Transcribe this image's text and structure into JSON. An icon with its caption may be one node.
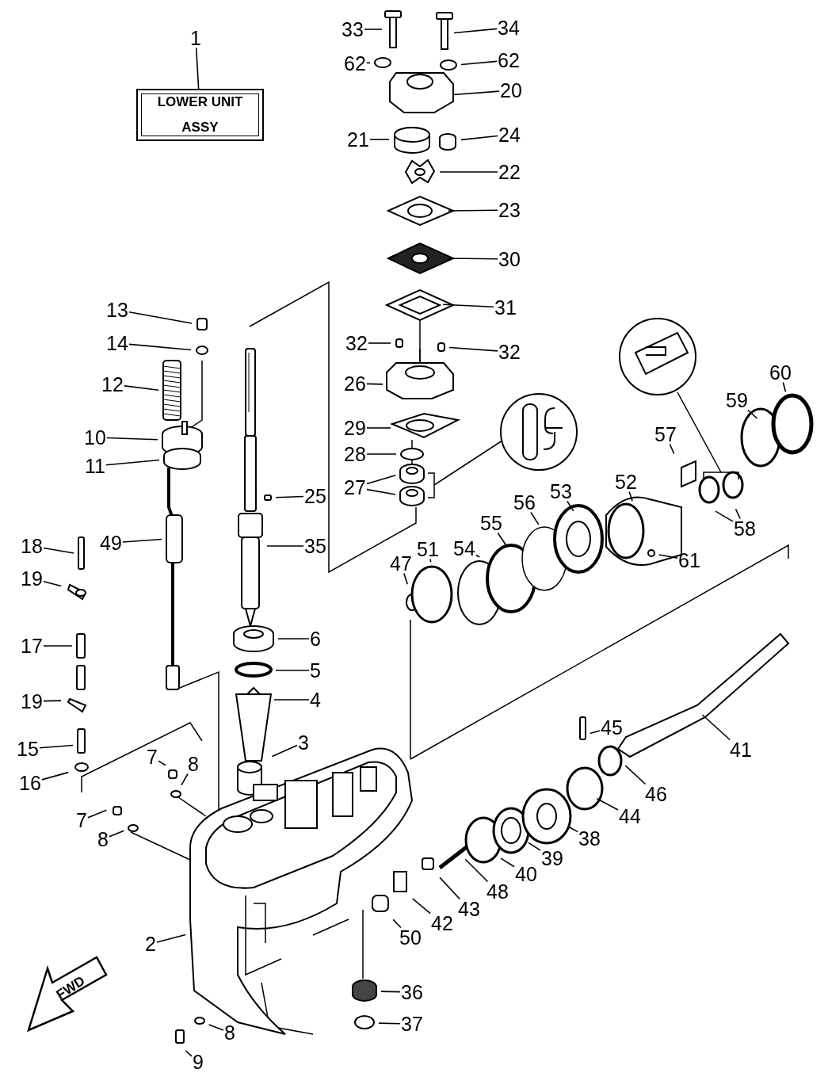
{
  "diagram": {
    "nodes": [
      {
        "text": [
          "1"
        ]
      },
      {
        "text": [
          "LOWER UNIT ASSY"
        ]
      },
      {
        "text": [
          "33"
        ]
      },
      {
        "text": [
          "34"
        ]
      },
      {
        "text": [
          "62"
        ]
      },
      {
        "text": [
          "62"
        ]
      },
      {
        "text": [
          "20"
        ]
      },
      {
        "text": [
          "21"
        ]
      },
      {
        "text": [
          "24"
        ]
      },
      {
        "text": [
          "22"
        ]
      },
      {
        "text": [
          "23"
        ]
      },
      {
        "text": [
          "30"
        ]
      },
      {
        "text": [
          "31"
        ]
      },
      {
        "text": [
          "13"
        ]
      },
      {
        "text": [
          "32"
        ]
      },
      {
        "text": [
          "14"
        ]
      },
      {
        "text": [
          "32"
        ]
      },
      {
        "text": [
          "12"
        ]
      },
      {
        "text": [
          "26"
        ]
      },
      {
        "text": [
          "60"
        ]
      },
      {
        "text": [
          "59"
        ]
      },
      {
        "text": [
          "29"
        ]
      },
      {
        "text": [
          "10"
        ]
      },
      {
        "text": [
          "57"
        ]
      },
      {
        "text": [
          "28"
        ]
      },
      {
        "text": [
          "11"
        ]
      },
      {
        "text": [
          "52"
        ]
      },
      {
        "text": [
          "27"
        ]
      },
      {
        "text": [
          "53"
        ]
      },
      {
        "text": [
          "25"
        ]
      },
      {
        "text": [
          "56"
        ]
      },
      {
        "text": [
          "58"
        ]
      },
      {
        "text": [
          "55"
        ]
      },
      {
        "text": [
          "49"
        ]
      },
      {
        "text": [
          "18"
        ]
      },
      {
        "text": [
          "35"
        ]
      },
      {
        "text": [
          "54"
        ]
      },
      {
        "text": [
          "51"
        ]
      },
      {
        "text": [
          "61"
        ]
      },
      {
        "text": [
          "47"
        ]
      },
      {
        "text": [
          "19"
        ]
      },
      {
        "text": [
          "6"
        ]
      },
      {
        "text": [
          "17"
        ]
      },
      {
        "text": [
          "5"
        ]
      },
      {
        "text": [
          "4"
        ]
      },
      {
        "text": [
          "19"
        ]
      },
      {
        "text": [
          "45"
        ]
      },
      {
        "text": [
          "3"
        ]
      },
      {
        "text": [
          "15"
        ]
      },
      {
        "text": [
          "41"
        ]
      },
      {
        "text": [
          "7"
        ]
      },
      {
        "text": [
          "8"
        ]
      },
      {
        "text": [
          "16"
        ]
      },
      {
        "text": [
          "46"
        ]
      },
      {
        "text": [
          "44"
        ]
      },
      {
        "text": [
          "7"
        ]
      },
      {
        "text": [
          "38"
        ]
      },
      {
        "text": [
          "8"
        ]
      },
      {
        "text": [
          "39"
        ]
      },
      {
        "text": [
          "40"
        ]
      },
      {
        "text": [
          "48"
        ]
      },
      {
        "text": [
          "43"
        ]
      },
      {
        "text": [
          "42"
        ]
      },
      {
        "text": [
          "50"
        ]
      },
      {
        "text": [
          "2"
        ]
      },
      {
        "text": [
          "36"
        ]
      },
      {
        "text": [
          "37"
        ]
      },
      {
        "text": [
          "8"
        ]
      },
      {
        "text": [
          "9"
        ]
      }
    ],
    "edges": [
      {
        "from": 0,
        "to": 1,
        "arrow": "none"
      },
      {
        "from": 2,
        "to": null,
        "arrow": "none"
      },
      {
        "from": 3,
        "to": null,
        "arrow": "none"
      },
      {
        "from": 4,
        "to": null,
        "arrow": "none"
      },
      {
        "from": 5,
        "to": null,
        "arrow": "none"
      },
      {
        "from": 6,
        "to": null,
        "arrow": "none"
      },
      {
        "from": 7,
        "to": null,
        "arrow": "none"
      },
      {
        "from": 8,
        "to": null,
        "arrow": "none"
      },
      {
        "from": 9,
        "to": null,
        "arrow": "none"
      },
      {
        "from": 10,
        "to": null,
        "arrow": "none"
      },
      {
        "from": 11,
        "to": null,
        "arrow": "none"
      },
      {
        "from": 12,
        "to": null,
        "arrow": "none"
      },
      {
        "from": 13,
        "to": null,
        "arrow": "none"
      },
      {
        "from": 14,
        "to": null,
        "arrow": "none"
      },
      {
        "from": 15,
        "to": null,
        "arrow": "none"
      },
      {
        "from": 16,
        "to": null,
        "arrow": "none"
      },
      {
        "from": 17,
        "to": null,
        "arrow": "none"
      },
      {
        "from": 18,
        "to": null,
        "arrow": "none"
      },
      {
        "from": 19,
        "to": null,
        "arrow": "none"
      },
      {
        "from": 20,
        "to": null,
        "arrow": "none"
      },
      {
        "from": 21,
        "to": null,
        "arrow": "none"
      },
      {
        "from": 22,
        "to": null,
        "arrow": "none"
      },
      {
        "from": 23,
        "to": null,
        "arrow": "none"
      },
      {
        "from": 24,
        "to": null,
        "arrow": "none"
      },
      {
        "from": 25,
        "to": null,
        "arrow": "none"
      },
      {
        "from": 26,
        "to": null,
        "arrow": "none"
      },
      {
        "from": 27,
        "to": null,
        "arrow": "none"
      },
      {
        "from": 27,
        "to": null,
        "arrow": "none"
      },
      {
        "from": 28,
        "to": null,
        "arrow": "none"
      },
      {
        "from": 29,
        "to": null,
        "arrow": "none"
      },
      {
        "from": 30,
        "to": null,
        "arrow": "none"
      },
      {
        "from": 31,
        "to": null,
        "arrow": "none"
      },
      {
        "from": 31,
        "to": null,
        "arrow": "none"
      },
      {
        "from": 32,
        "to": null,
        "arrow": "none"
      },
      {
        "from": 33,
        "to": null,
        "arrow": "none"
      },
      {
        "from": 34,
        "to": null,
        "arrow": "none"
      },
      {
        "from": 35,
        "to": null,
        "arrow": "none"
      },
      {
        "from": 36,
        "to": null,
        "arrow": "none"
      },
      {
        "from": 37,
        "to": null,
        "arrow": "none"
      },
      {
        "from": 38,
        "to": null,
        "arrow": "none"
      },
      {
        "from": 39,
        "to": null,
        "arrow": "none"
      },
      {
        "from": 40,
        "to": null,
        "arrow": "none"
      },
      {
        "from": 41,
        "to": null,
        "arrow": "none"
      },
      {
        "from": 42,
        "to": null,
        "arrow": "none"
      },
      {
        "from": 43,
        "to": null,
        "arrow": "none"
      },
      {
        "from": 44,
        "to": null,
        "arrow": "none"
      },
      {
        "from": 45,
        "to": null,
        "arrow": "none"
      },
      {
        "from": 46,
        "to": null,
        "arrow": "none"
      },
      {
        "from": 47,
        "to": null,
        "arrow": "none"
      },
      {
        "from": 48,
        "to": null,
        "arrow": "none"
      },
      {
        "from": 49,
        "to": null,
        "arrow": "none"
      },
      {
        "from": 50,
        "to": null,
        "arrow": "none"
      },
      {
        "from": 51,
        "to": null,
        "arrow": "none"
      },
      {
        "from": 52,
        "to": null,
        "arrow": "none"
      },
      {
        "from": 53,
        "to": null,
        "arrow": "none"
      },
      {
        "from": 54,
        "to": null,
        "arrow": "none"
      },
      {
        "from": 55,
        "to": null,
        "arrow": "none"
      },
      {
        "from": 56,
        "to": null,
        "arrow": "none"
      },
      {
        "from": 57,
        "to": null,
        "arrow": "none"
      },
      {
        "from": 58,
        "to": null,
        "arrow": "none"
      },
      {
        "from": 59,
        "to": null,
        "arrow": "none"
      },
      {
        "from": 60,
        "to": null,
        "arrow": "none"
      },
      {
        "from": 61,
        "to": null,
        "arrow": "none"
      },
      {
        "from": 62,
        "to": null,
        "arrow": "none"
      },
      {
        "from": 63,
        "to": null,
        "arrow": "none"
      },
      {
        "from": 64,
        "to": null,
        "arrow": "none"
      },
      {
        "from": 65,
        "to": null,
        "arrow": "none"
      },
      {
        "from": 66,
        "to": null,
        "arrow": "none"
      },
      {
        "from": 67,
        "to": null,
        "arrow": "none"
      },
      {
        "from": 68,
        "to": null,
        "arrow": "none"
      }
    ],
    "labels": [
      "FWD"
    ]
  }
}
